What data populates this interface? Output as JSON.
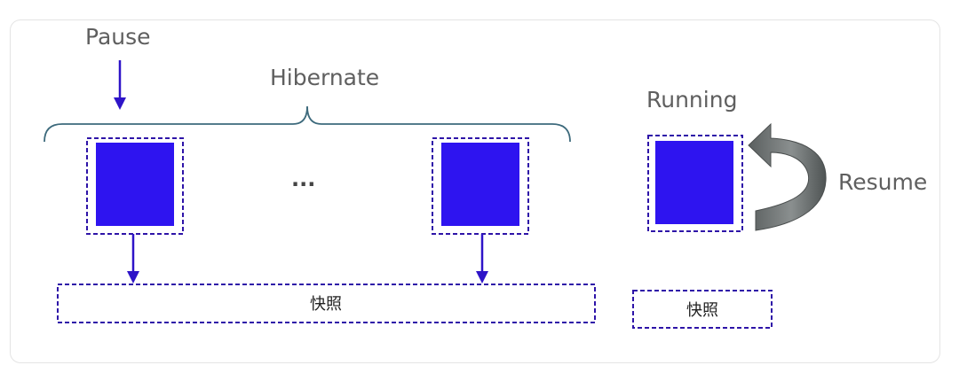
{
  "labels": {
    "pause": "Pause",
    "hibernate": "Hibernate",
    "running": "Running",
    "resume": "Resume",
    "ellipsis": "...",
    "snapshot_left": "快照",
    "snapshot_right": "快照"
  },
  "colors": {
    "block_fill": "#2e14f0",
    "dashed_border": "#2e14a8",
    "arrow": "#2e14c8",
    "brace": "#3d6a7c",
    "label_text": "#5f5f5f",
    "resume_arrow": "#6b6f6f"
  }
}
